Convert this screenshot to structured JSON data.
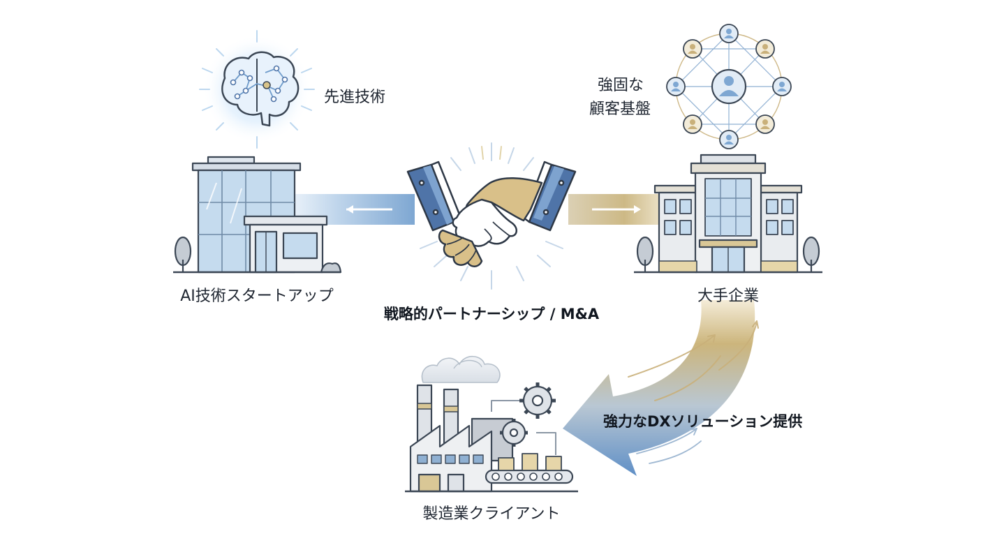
{
  "labels": {
    "advanced_tech": "先進技術",
    "customer_base_line1": "強固な",
    "customer_base_line2": "顧客基盤",
    "startup": "AI技術スタートアップ",
    "enterprise": "大手企業",
    "partnership": "戦略的パートナーシップ / M&A",
    "dx_solution": "強力なDXソリューション提供",
    "manufacturing_client": "製造業クライアント"
  },
  "icons": {
    "brain": "brain-icon",
    "network": "customer-network-icon",
    "startup_building": "startup-building-icon",
    "enterprise_building": "enterprise-building-icon",
    "handshake": "handshake-icon",
    "factory": "factory-icon"
  },
  "colors": {
    "blue_accent": "#6f9ccb",
    "gold_accent": "#c9b07a",
    "outline": "#3b4654",
    "glass": "#bcd5ea",
    "sleeve_blue": "#4f74a8"
  }
}
